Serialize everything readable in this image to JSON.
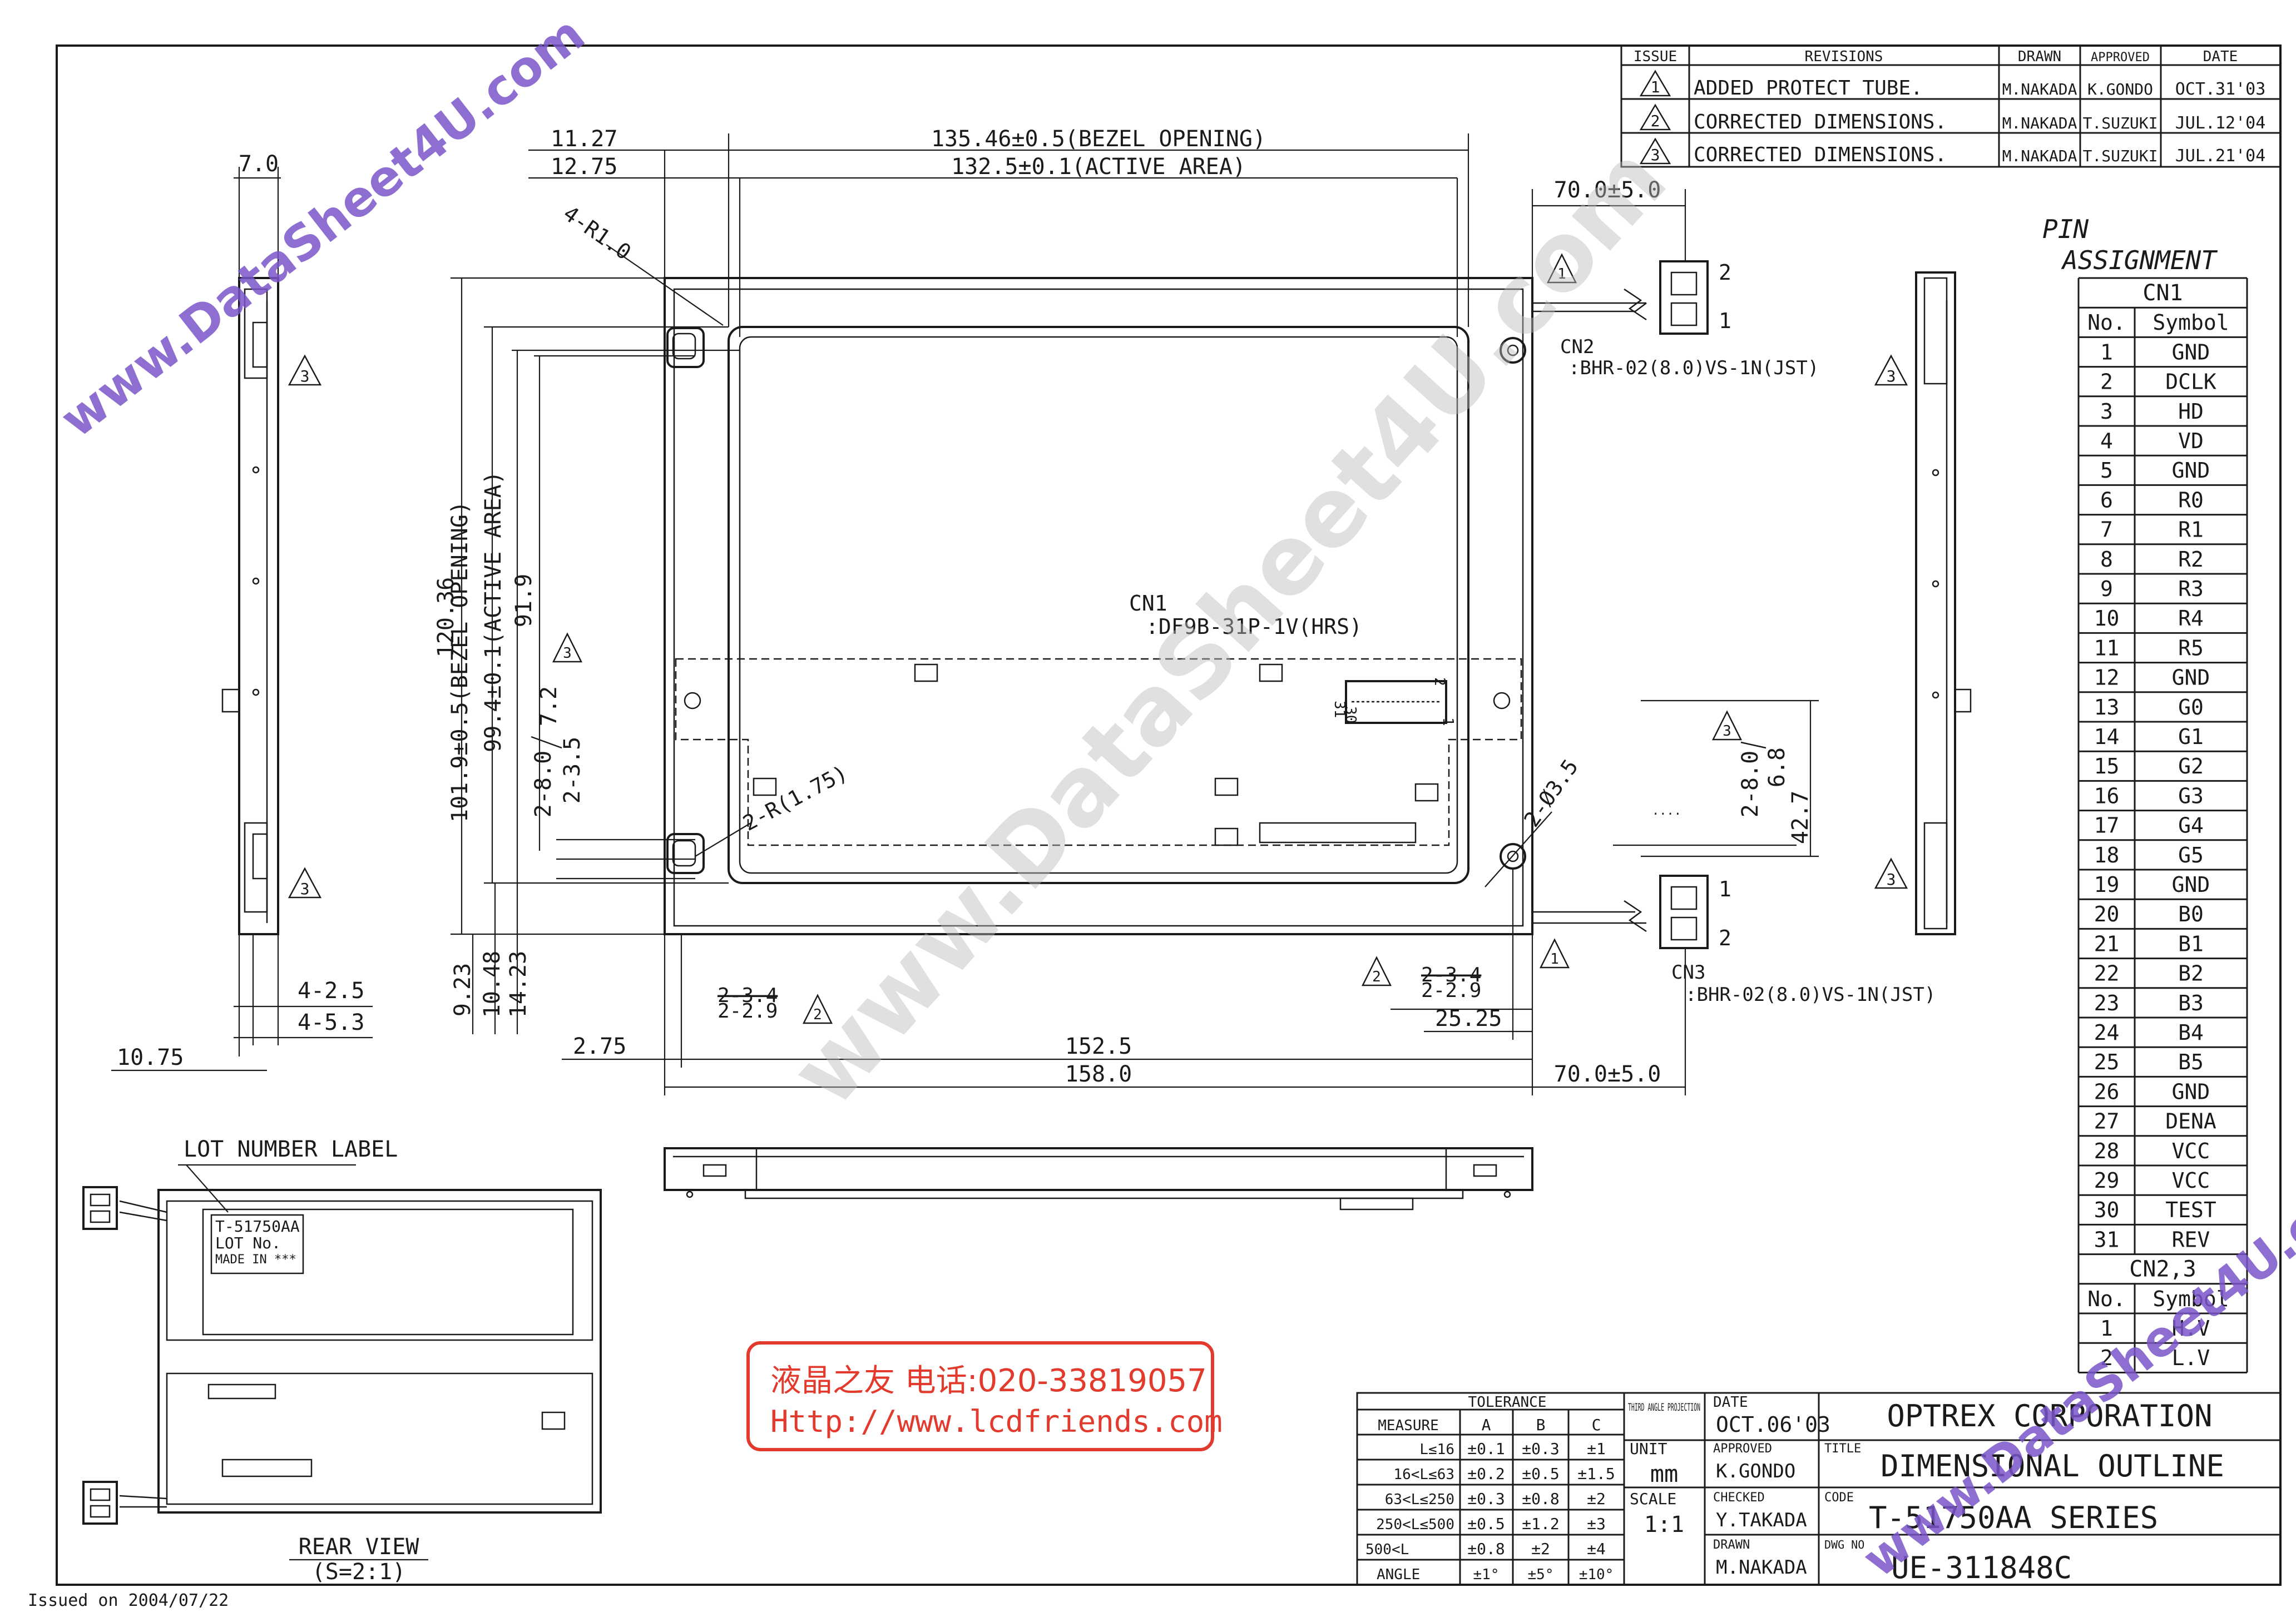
{
  "revisions": {
    "headers": {
      "issue": "ISSUE",
      "revisions": "REVISIONS",
      "drawn": "DRAWN",
      "approved": "APPROVED",
      "date": "DATE"
    },
    "rows": [
      {
        "issue": "1",
        "text": "ADDED PROTECT TUBE.",
        "drawn": "M.NAKADA",
        "approved": "K.GONDO",
        "date": "OCT.31'03"
      },
      {
        "issue": "2",
        "text": "CORRECTED DIMENSIONS.",
        "drawn": "M.NAKADA",
        "approved": "T.SUZUKI",
        "date": "JUL.12'04"
      },
      {
        "issue": "3",
        "text": "CORRECTED DIMENSIONS.",
        "drawn": "M.NAKADA",
        "approved": "T.SUZUKI",
        "date": "JUL.21'04"
      }
    ]
  },
  "pin_assignment": {
    "title_line1": "PIN",
    "title_line2": "ASSIGNMENT",
    "cn1_label": "CN1",
    "col_no": "No.",
    "col_symbol": "Symbol",
    "cn1": [
      {
        "no": "1",
        "symbol": "GND"
      },
      {
        "no": "2",
        "symbol": "DCLK"
      },
      {
        "no": "3",
        "symbol": "HD"
      },
      {
        "no": "4",
        "symbol": "VD"
      },
      {
        "no": "5",
        "symbol": "GND"
      },
      {
        "no": "6",
        "symbol": "R0"
      },
      {
        "no": "7",
        "symbol": "R1"
      },
      {
        "no": "8",
        "symbol": "R2"
      },
      {
        "no": "9",
        "symbol": "R3"
      },
      {
        "no": "10",
        "symbol": "R4"
      },
      {
        "no": "11",
        "symbol": "R5"
      },
      {
        "no": "12",
        "symbol": "GND"
      },
      {
        "no": "13",
        "symbol": "G0"
      },
      {
        "no": "14",
        "symbol": "G1"
      },
      {
        "no": "15",
        "symbol": "G2"
      },
      {
        "no": "16",
        "symbol": "G3"
      },
      {
        "no": "17",
        "symbol": "G4"
      },
      {
        "no": "18",
        "symbol": "G5"
      },
      {
        "no": "19",
        "symbol": "GND"
      },
      {
        "no": "20",
        "symbol": "B0"
      },
      {
        "no": "21",
        "symbol": "B1"
      },
      {
        "no": "22",
        "symbol": "B2"
      },
      {
        "no": "23",
        "symbol": "B3"
      },
      {
        "no": "24",
        "symbol": "B4"
      },
      {
        "no": "25",
        "symbol": "B5"
      },
      {
        "no": "26",
        "symbol": "GND"
      },
      {
        "no": "27",
        "symbol": "DENA"
      },
      {
        "no": "28",
        "symbol": "VCC"
      },
      {
        "no": "29",
        "symbol": "VCC"
      },
      {
        "no": "30",
        "symbol": "TEST"
      },
      {
        "no": "31",
        "symbol": "REV"
      }
    ],
    "cn23_label": "CN2,3",
    "cn23": [
      {
        "no": "1",
        "symbol": "H.V"
      },
      {
        "no": "2",
        "symbol": "L.V"
      }
    ]
  },
  "dimensions": {
    "bezel_w": "135.46±0.5(BEZEL OPENING)",
    "active_w": "132.5±0.1(ACTIVE AREA)",
    "d_11_27": "11.27",
    "d_12_75": "12.75",
    "d_7_0": "7.0",
    "d_70_top": "70.0±5.0",
    "d_70_bot": "70.0±5.0",
    "r_corner": "4-R1.0",
    "h_120": "120.36",
    "h_bezel": "101.9±0.5(BEZEL OPENING)",
    "h_active": "99.4±0.1(ACTIVE AREA)",
    "h_91": "91.9",
    "h_7_2": "7.2",
    "h_3_5": "2-3.5",
    "h_2_8": "2-8.0",
    "r_175": "2-R(1.75)",
    "d_9_23": "9.23",
    "d_10_48": "10.48",
    "d_14_23": "14.23",
    "d_4_25": "4-2.5",
    "d_4_53": "4-5.3",
    "d_10_75": "10.75",
    "d_2_75": "2.75",
    "d_152": "152.5",
    "d_158": "158.0",
    "d_25_25": "25.25",
    "d_234_a": "2-3.4",
    "d_229_a": "2-2.9",
    "d_234_b": "2-3.4",
    "d_229_b": "2-2.9",
    "d_phi": "2-Ø3.5",
    "d_6_8": "6.8",
    "d_42_7": "42.7",
    "d_280_r": "2-8.0"
  },
  "connectors": {
    "cn1": "CN1",
    "cn1_part": ":DF9B-31P-1V(HRS)",
    "cn2": "CN2",
    "cn2_part": ":BHR-02(8.0)VS-1N(JST)",
    "cn3": "CN3",
    "cn3_part": ":BHR-02(8.0)VS-1N(JST)",
    "pin_1": "1",
    "pin_2": "2",
    "pin_30": "30",
    "pin_31": "31"
  },
  "rear": {
    "lot_label": "LOT NUMBER LABEL",
    "label_line1": "T-51750AA",
    "label_line2": "LOT No.",
    "label_line3": "MADE IN ***",
    "rear_view": "REAR VIEW",
    "scale": "(S=2:1)"
  },
  "tolerance": {
    "title": "TOLERANCE",
    "headers": [
      "MEASURE",
      "A",
      "B",
      "C"
    ],
    "rows": [
      [
        "L≤16",
        "±0.1",
        "±0.3",
        "±1"
      ],
      [
        "16<L≤63",
        "±0.2",
        "±0.5",
        "±1.5"
      ],
      [
        "63<L≤250",
        "±0.3",
        "±0.8",
        "±2"
      ],
      [
        "250<L≤500",
        "±0.5",
        "±1.2",
        "±3"
      ],
      [
        "500<L",
        "±0.8",
        "±2",
        "±4"
      ],
      [
        "ANGLE",
        "±1°",
        "±5°",
        "±10°"
      ]
    ]
  },
  "title_block": {
    "projection": "THIRD ANGLE PROJECTION",
    "date_label": "DATE",
    "date": "OCT.06'03",
    "company": "OPTREX CORPORATION",
    "unit_label": "UNIT",
    "unit": "mm",
    "approved_label": "APPROVED",
    "approved": "K.GONDO",
    "title_label": "TITLE",
    "title": "DIMENSIONAL OUTLINE",
    "scale_label": "SCALE",
    "scale": "1:1",
    "checked_label": "CHECKED",
    "checked": "Y.TAKADA",
    "code_label": "CODE",
    "code": "T-51750AA SERIES",
    "drawn_label": "DRAWN",
    "drawn": "M.NAKADA",
    "dwg_label": "DWG NO",
    "dwg": "UE-311848C"
  },
  "stamp": {
    "line1": "液晶之友 电话:020-33819057",
    "line2": "Http://www.lcdfriends.com"
  },
  "watermark": "www.DataSheet4U.com",
  "issued": "Issued on 2004/07/22",
  "colors": {
    "ink": "#1a1a1a",
    "watermark": "#7a55c8",
    "stamp": "#e23b2e"
  }
}
